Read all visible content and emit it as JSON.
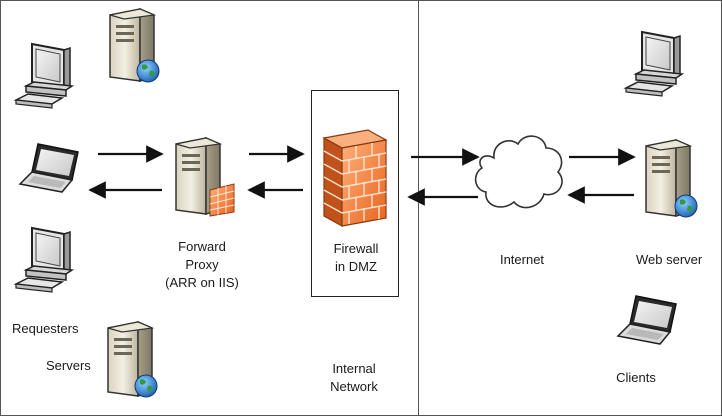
{
  "labels": {
    "forward_proxy": [
      "Forward",
      "Proxy",
      "(ARR on IIS)"
    ],
    "firewall": [
      "Firewall",
      "in DMZ"
    ],
    "internet": "Internet",
    "web_server": "Web server",
    "requesters": "Requesters",
    "servers": "Servers",
    "internal_network": [
      "Internal",
      "Network"
    ],
    "clients": "Clients"
  }
}
